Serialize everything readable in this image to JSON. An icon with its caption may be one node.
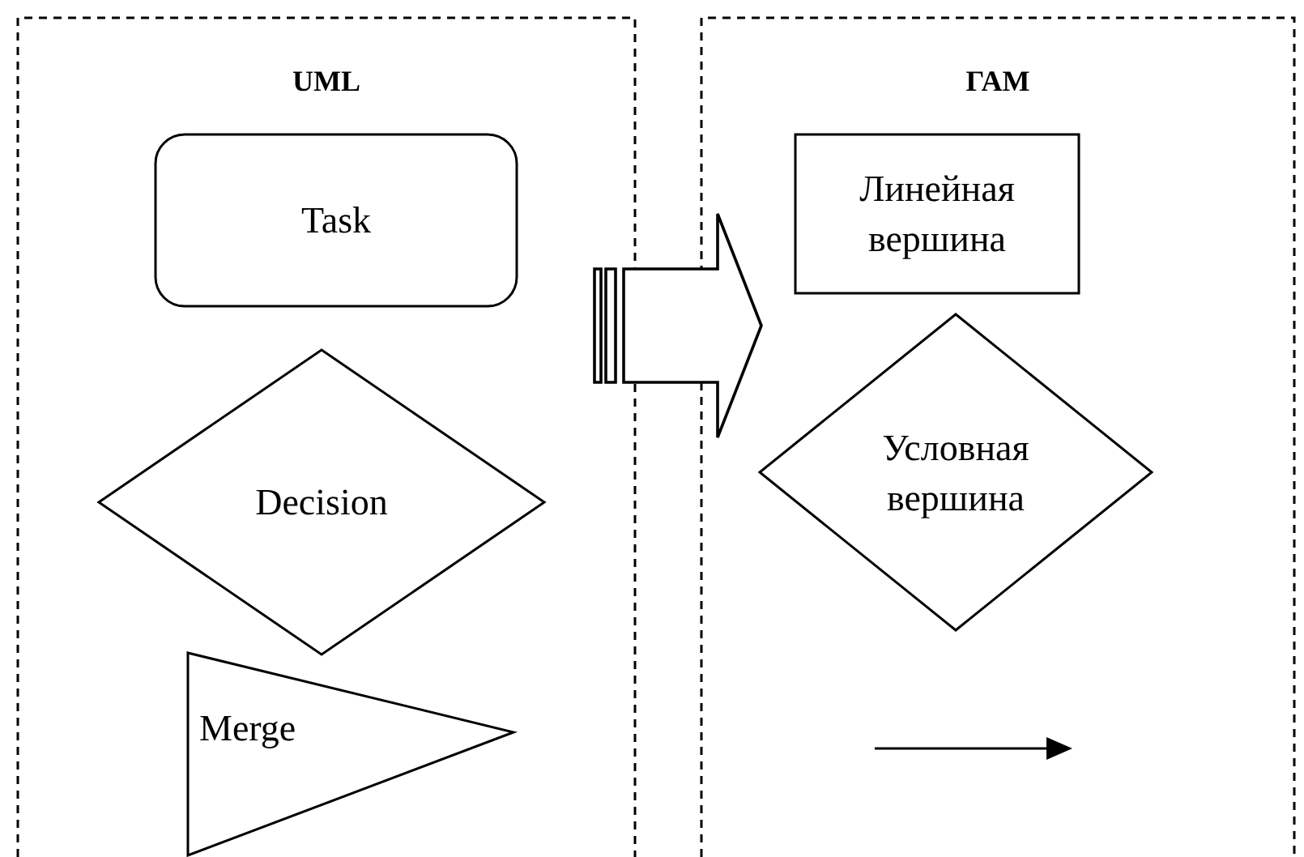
{
  "diagram": {
    "nodes": [
      {
        "text": [
          "UML"
        ]
      },
      {
        "text": [
          "Task"
        ],
        "in": 0
      },
      {
        "text": [
          "Decision"
        ],
        "in": 0
      },
      {
        "text": [
          "Merge"
        ],
        "in": 0
      },
      {
        "text": [
          "ГАМ"
        ]
      },
      {
        "text": [
          "Линейная вершина"
        ],
        "in": 4
      },
      {
        "text": [
          "Условная вершина"
        ],
        "in": 4
      }
    ],
    "edges": [
      {
        "from": 0,
        "to": 4,
        "arrow": "to",
        "style": "thick"
      }
    ]
  }
}
